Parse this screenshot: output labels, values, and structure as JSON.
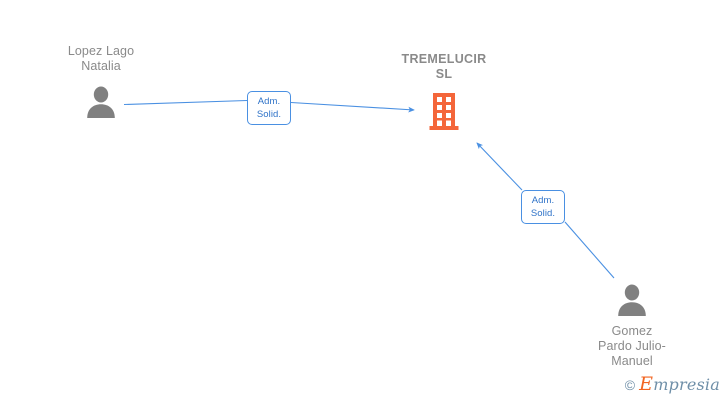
{
  "diagram": {
    "title": "TREMELUCIR SL relationship chart",
    "background_color": "#ffffff",
    "nodes": [
      {
        "id": "person-left",
        "type": "person",
        "name": "Lopez Lago\nNatalia",
        "icon": "person-icon",
        "icon_color": "#808080",
        "label_color": "#8a8a8a"
      },
      {
        "id": "company",
        "type": "company",
        "name": "TREMELUCIR\nSL",
        "icon": "building-icon",
        "icon_color": "#f4663a",
        "label_color": "#8a8a8a"
      },
      {
        "id": "person-right",
        "type": "person",
        "name": "Gomez\nPardo Julio-\nManuel",
        "icon": "person-icon",
        "icon_color": "#808080",
        "label_color": "#8a8a8a"
      }
    ],
    "edges": [
      {
        "id": "edge-1",
        "from": "person-left",
        "to": "company",
        "label_line_1": "Adm.",
        "label_line_2": "Solid.",
        "color": "#4a90e2",
        "arrow": "to-company"
      },
      {
        "id": "edge-2",
        "from": "person-right",
        "to": "company",
        "label_line_1": "Adm.",
        "label_line_2": "Solid.",
        "color": "#4a90e2",
        "arrow": "to-company"
      }
    ],
    "watermark": {
      "copyright": "©",
      "brand_initial": "E",
      "brand_rest": "mpresia",
      "initial_color": "#f26522",
      "text_color": "#6f8fa8"
    }
  }
}
